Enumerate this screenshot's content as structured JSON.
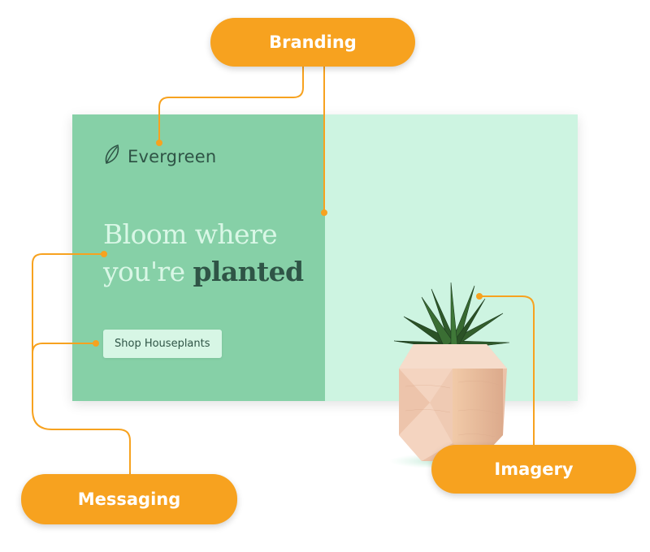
{
  "callouts": {
    "branding": "Branding",
    "messaging": "Messaging",
    "imagery": "Imagery"
  },
  "banner": {
    "brand_name": "Evergreen",
    "headline_plain_line1": "Bloom where",
    "headline_plain_line2": "you're",
    "headline_emphasis": "planted",
    "cta_label": "Shop Houseplants",
    "logo_icon": "leaf-icon",
    "product_image": "potted-succulent"
  },
  "colors": {
    "callout": "#f7a21f",
    "panel_left": "#86d0a7",
    "panel_right": "#cdf4e1",
    "text_dark": "#2f5446",
    "text_light": "#d9f7e6"
  }
}
